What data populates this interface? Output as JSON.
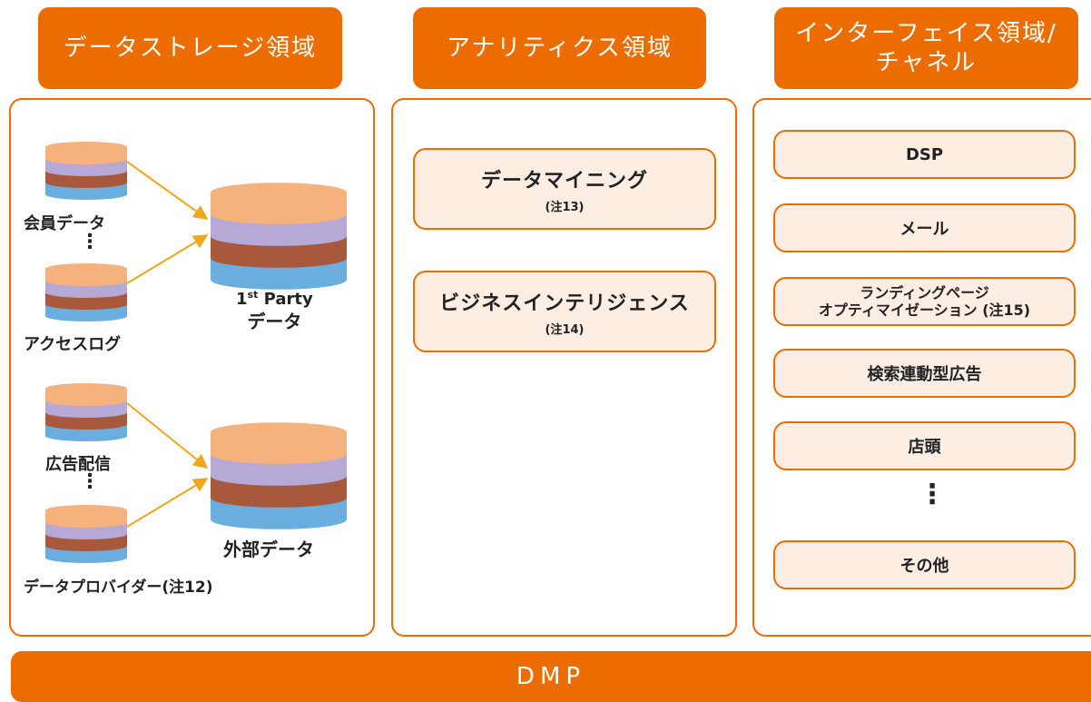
{
  "headers": {
    "storage": "データストレージ領域",
    "analytics": "アナリティクス領域",
    "interface_line1": "インターフェイス領域/",
    "interface_line2": "チャネル"
  },
  "storage": {
    "member_data": "会員データ",
    "access_log": "アクセスログ",
    "ad_delivery": "広告配信",
    "data_provider": "データプロバイダー(注12)",
    "first_party_prefix": "1",
    "first_party_sup": "st",
    "first_party_rest": " Party",
    "first_party_line2": "データ",
    "external_data": "外部データ",
    "ellipsis": "⋮"
  },
  "analytics": {
    "items": [
      {
        "label": "データマイニング",
        "note": "(注13)"
      },
      {
        "label": "ビジネスインテリジェンス",
        "note": "(注14)"
      }
    ]
  },
  "interface": {
    "dsp": "DSP",
    "mail": "メール",
    "lpo_line1": "ランディングページ",
    "lpo_line2": "オプティマイゼーション (注15)",
    "search_ads": "検索連動型広告",
    "store": "店頭",
    "other": "その他",
    "ellipsis": "⋮"
  },
  "footer": {
    "label": "DMP"
  },
  "colors": {
    "accent": "#ec6c00",
    "box_fill": "#fdeee4",
    "db_layers": [
      "#f5b27d",
      "#b6a9d6",
      "#a9593b",
      "#6aaee0"
    ]
  }
}
